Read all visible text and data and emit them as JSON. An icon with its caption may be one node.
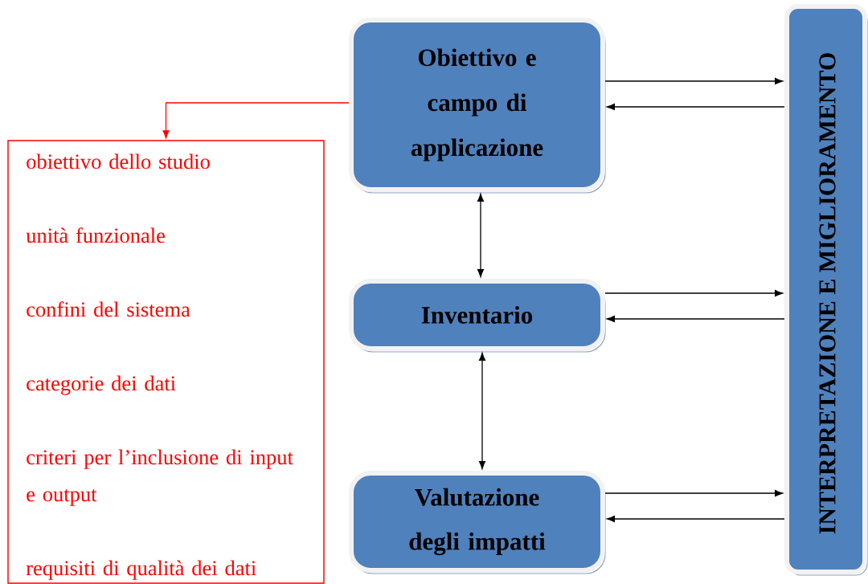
{
  "diagram": {
    "nodes": [
      {
        "text": [
          "Obiettivo e campo di applicazione"
        ]
      },
      {
        "text": [
          "Inventario"
        ]
      },
      {
        "text": [
          "Valutazione degli impatti"
        ]
      },
      {
        "text": [
          "INTERPRETAZIONE E MIGLIORAMENTO"
        ]
      },
      {
        "text": [
          "obiettivo dello studio",
          "unità funzionale",
          "confini del sistema",
          "categorie dei dati",
          "criteri per l’inclusione di input e output",
          "requisiti di qualità dei dati"
        ]
      }
    ],
    "edges": [
      {
        "from": 0,
        "to": 4,
        "arrow": "to",
        "color": "#ff0000"
      },
      {
        "from": 0,
        "to": 1,
        "arrow": "both"
      },
      {
        "from": 1,
        "to": 2,
        "arrow": "both"
      },
      {
        "from": 0,
        "to": 3,
        "arrow": "to"
      },
      {
        "from": 3,
        "to": 0,
        "arrow": "to"
      },
      {
        "from": 1,
        "to": 3,
        "arrow": "to"
      },
      {
        "from": 3,
        "to": 1,
        "arrow": "to"
      },
      {
        "from": 2,
        "to": 3,
        "arrow": "to"
      },
      {
        "from": 3,
        "to": 2,
        "arrow": "to"
      }
    ]
  }
}
